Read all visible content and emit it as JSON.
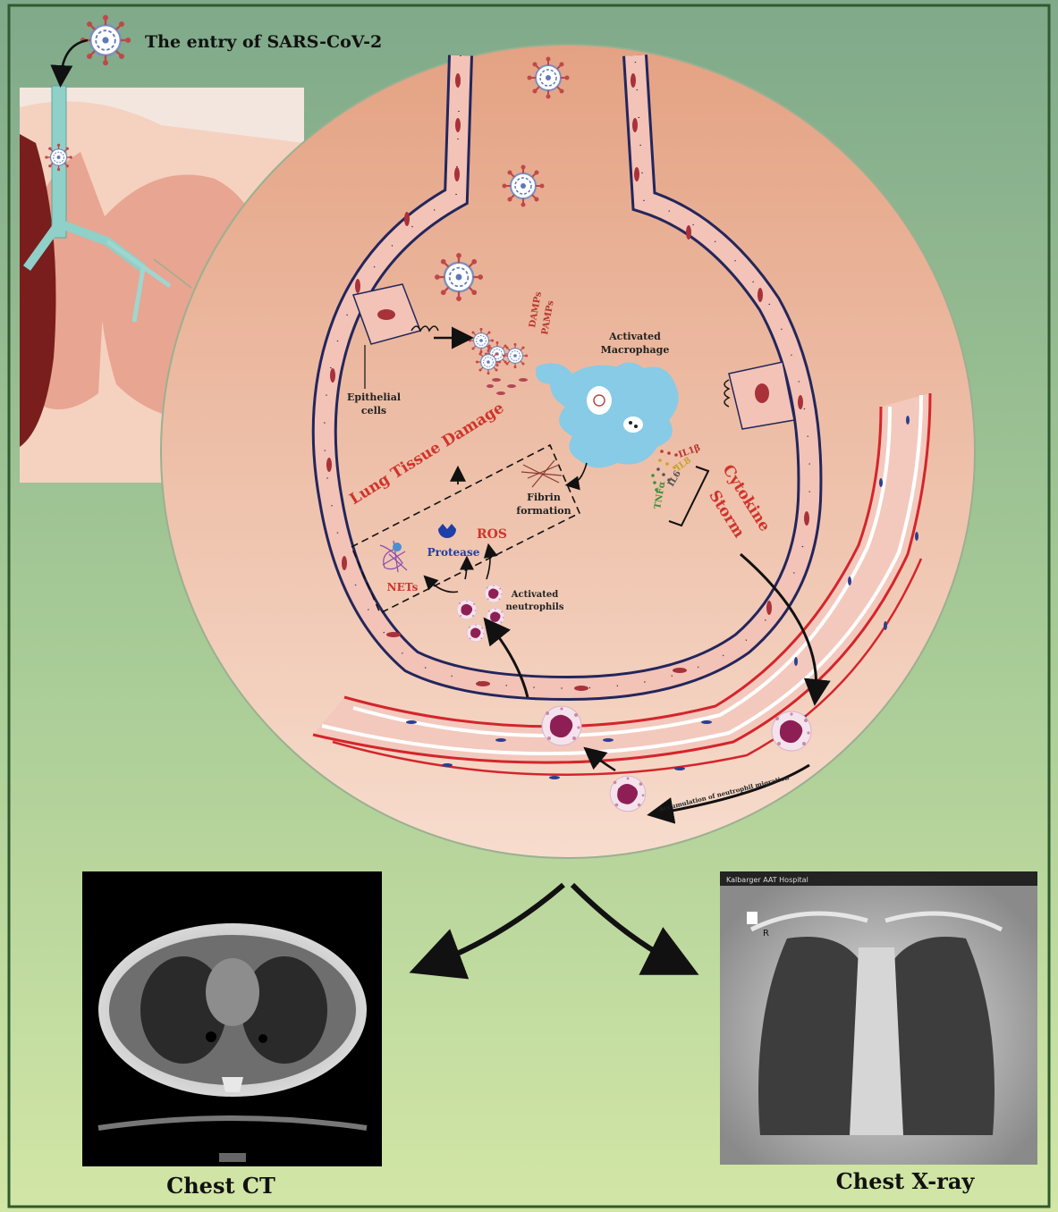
{
  "title": "The entry of SARS-CoV-2",
  "labels": {
    "damps": "DAMPs",
    "pamps": "PAMPs",
    "macrophage_line1": "Activated",
    "macrophage_line2": "Macrophage",
    "epithelial_line1": "Epithelial",
    "epithelial_line2": "cells",
    "lung_damage": "Lung Tissue Damage",
    "fibrin_line1": "Fibrin",
    "fibrin_line2": "formation",
    "il1b": "IL1β",
    "il8": "IL8",
    "il6": "IL6",
    "tnfa": "TNFα",
    "cytokine_line1": "Cytokine",
    "cytokine_line2": "Storm",
    "ros": "ROS",
    "protease": "Protease",
    "nets": "NETs",
    "neutrophils_line1": "Activated",
    "neutrophils_line2": "neutrophils",
    "migration": "Accumulation of neutrophil migration",
    "chest_ct": "Chest CT",
    "chest_xray": "Chest X-ray",
    "xray_header": "Kalbarger AAT Hospital",
    "xray_marker": "R"
  },
  "colors": {
    "bg_top": "#7fa98a",
    "bg_bottom": "#d2e6a6",
    "circle_top": "#e4a283",
    "circle_bottom": "#f5d8c9",
    "wall": "#23265c",
    "cell": "#f2c3b6",
    "nucleus": "#a8313a",
    "macrophage": "#87cbe6",
    "red_text": "#d0342c",
    "neutrophil": "#8e1f55",
    "vessel_red": "#d4252b",
    "il1b": "#b8372e",
    "il8": "#c9a325",
    "il6": "#555555",
    "tnfa": "#3f8f3a"
  },
  "icons": [
    "virus-icon",
    "lungs-icon",
    "macrophage-icon",
    "neutrophil-icon",
    "protease-icon",
    "nets-icon",
    "fibrin-icon"
  ]
}
